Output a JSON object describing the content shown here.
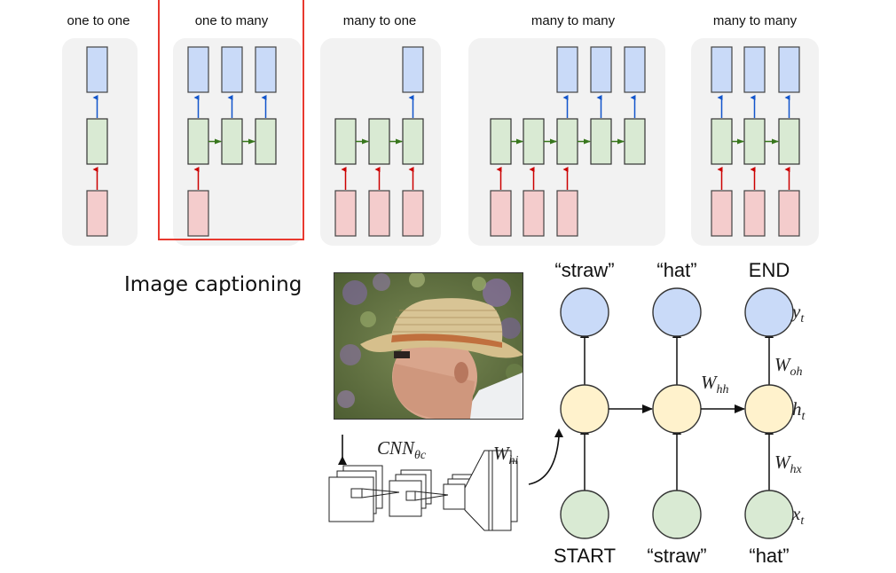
{
  "top_diagram": {
    "panels": [
      {
        "title": "one to one",
        "inputs": [
          1
        ],
        "hidden": [
          1
        ],
        "outputs": [
          1
        ],
        "highlighted": false
      },
      {
        "title": "one to many",
        "inputs": [
          1,
          0,
          0
        ],
        "hidden": [
          1,
          1,
          1
        ],
        "outputs": [
          1,
          1,
          1
        ],
        "highlighted": true
      },
      {
        "title": "many to one",
        "inputs": [
          1,
          1,
          1
        ],
        "hidden": [
          1,
          1,
          1
        ],
        "outputs": [
          0,
          0,
          1
        ],
        "highlighted": false
      },
      {
        "title": "many to many",
        "inputs": [
          1,
          1,
          1,
          0,
          0
        ],
        "hidden": [
          1,
          1,
          1,
          1,
          1
        ],
        "outputs": [
          0,
          0,
          1,
          1,
          1
        ],
        "highlighted": false
      },
      {
        "title": "many to many",
        "inputs": [
          1,
          1,
          1
        ],
        "hidden": [
          1,
          1,
          1
        ],
        "outputs": [
          1,
          1,
          1
        ],
        "highlighted": false
      }
    ],
    "colors": {
      "input_fill": "#f4cccc",
      "hidden_fill": "#d9ead3",
      "output_fill": "#c9daf8",
      "input_arrow": "#cc0000",
      "recurrent_arrow": "#38761d",
      "output_arrow": "#1155cc",
      "panel_bg": "#f2f2f2",
      "highlight_border": "#e8392f"
    }
  },
  "caption_section": {
    "heading": "Image captioning",
    "photo_alt": "man wearing a straw hat",
    "cnn_label": "CNN",
    "cnn_subscript": "θc",
    "w_hi_label": "W",
    "w_hi_sub": "hi",
    "w_hh_label": "W",
    "w_hh_sub": "hh",
    "w_oh_label": "W",
    "w_oh_sub": "oh",
    "w_hx_label": "W",
    "w_hx_sub": "hx",
    "y_label": "y",
    "y_sub": "t",
    "h_label": "h",
    "h_sub": "t",
    "x_label": "x",
    "x_sub": "t",
    "output_words": [
      "“straw”",
      "“hat”",
      "END"
    ],
    "input_words": [
      "START",
      "“straw”",
      "“hat”"
    ],
    "colors": {
      "output_node": "#c9daf8",
      "hidden_node": "#fff2cc",
      "input_node": "#d9ead3"
    }
  }
}
